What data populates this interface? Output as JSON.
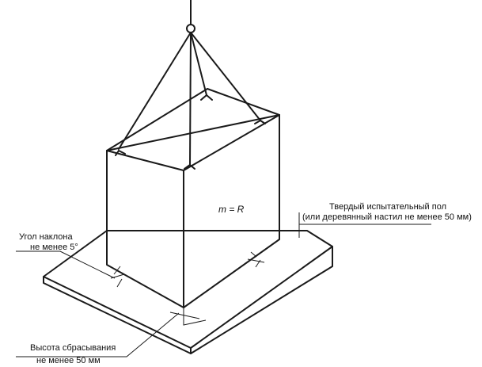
{
  "labels": {
    "mass": "m = R",
    "floor_line1": "Твердый испытательный пол",
    "floor_line2": "(или деревянный настил не менее 50 мм)",
    "tilt_line1": "Угол наклона",
    "tilt_line2": "не менее 5°",
    "drop_line1": "Высота сбрасывания",
    "drop_line2": "не менее 50 мм"
  }
}
